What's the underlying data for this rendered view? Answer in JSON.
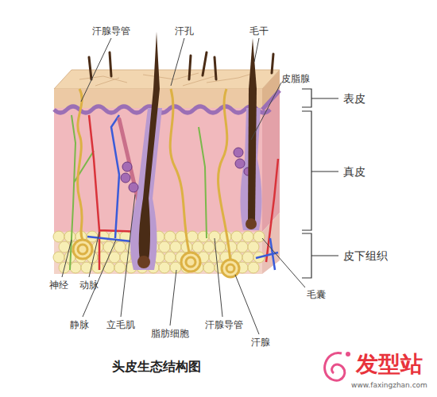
{
  "diagram": {
    "title": "头皮生态结构图",
    "labels": [
      "汗腺导管",
      "汗孔",
      "毛干",
      "皮脂腺",
      "表皮",
      "真皮",
      "皮下组织",
      "神经",
      "动脉",
      "静脉",
      "立毛肌",
      "脂肪细胞",
      "汗腺导管",
      "汗腺",
      "毛囊",
      "发型站",
      "www.faxingzhan.com"
    ]
  }
}
